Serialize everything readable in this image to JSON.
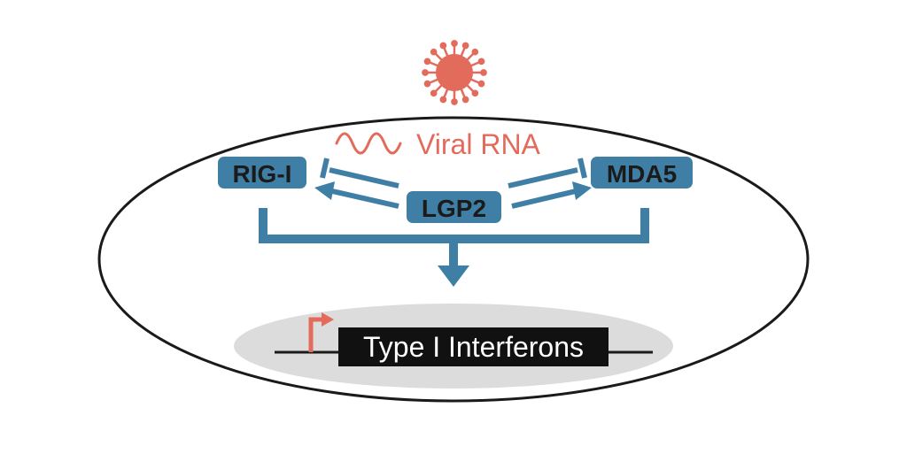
{
  "viral_rna": {
    "label": "Viral RNA"
  },
  "sensors": {
    "rig_i": "RIG-I",
    "mda5": "MDA5",
    "lgp2": "LGP2"
  },
  "gene": {
    "label": "Type I Interferons"
  },
  "colors": {
    "accent_blue": "#3f7fa6",
    "virus_red": "#e36b5c",
    "nucleus_gray": "#dcdcdc",
    "outline": "#1a1a1a",
    "gene_box": "#111111"
  },
  "icons": {
    "virus": "virus-icon",
    "transcription_start": "promoter-arrow-icon",
    "rna_wave": "rna-wave-icon"
  }
}
